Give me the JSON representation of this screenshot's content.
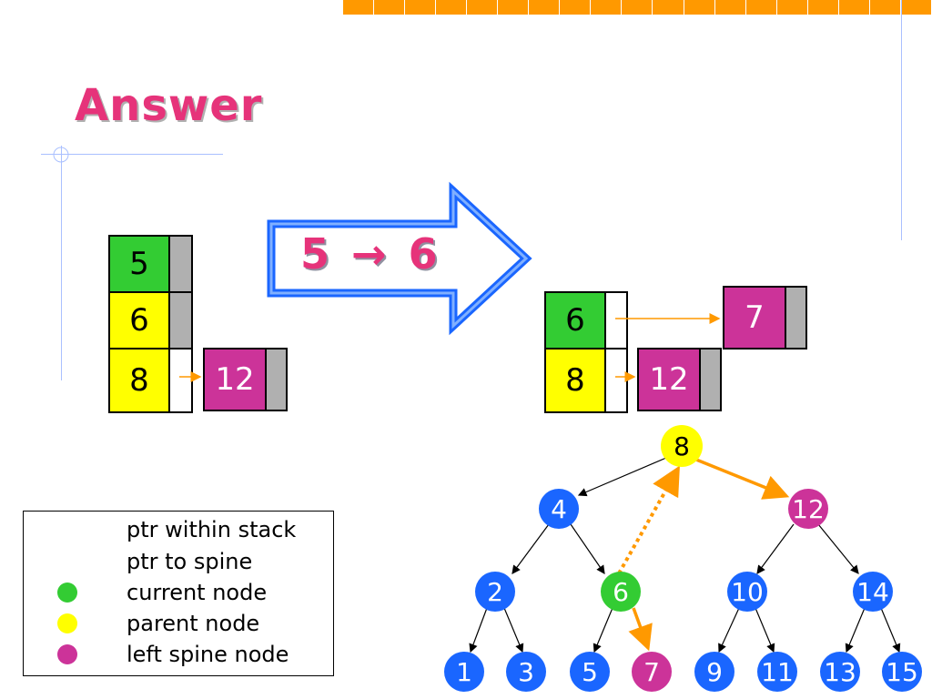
{
  "title": "Answer",
  "transition": {
    "from": "5",
    "to": "6",
    "arrow": "→"
  },
  "left_stack": {
    "cells": [
      "5",
      "6",
      "8"
    ],
    "spine_node": "12"
  },
  "right_stack": {
    "cells": [
      "6",
      "8"
    ],
    "spine_nodes": [
      "7",
      "12"
    ]
  },
  "tree": {
    "root": "8",
    "level1": [
      "4",
      "12"
    ],
    "level2": [
      "2",
      "6",
      "10",
      "14"
    ],
    "level3": [
      "1",
      "3",
      "5",
      "7",
      "9",
      "11",
      "13",
      "15"
    ]
  },
  "legend": {
    "items": [
      {
        "label": "ptr within stack",
        "icon": "dotted-orange-arrow"
      },
      {
        "label": "ptr to spine",
        "icon": "solid-orange-arrow"
      },
      {
        "label": "current node",
        "icon": "green-dot"
      },
      {
        "label": "parent node",
        "icon": "yellow-dot"
      },
      {
        "label": "left spine node",
        "icon": "magenta-dot"
      }
    ]
  },
  "colors": {
    "current": "#33cc33",
    "parent": "#ffff00",
    "spine": "#cc3399",
    "normal": "#1a66ff",
    "pointer": "#ff9900",
    "title": "#e6337a",
    "accent_strip": "#ff9900"
  }
}
